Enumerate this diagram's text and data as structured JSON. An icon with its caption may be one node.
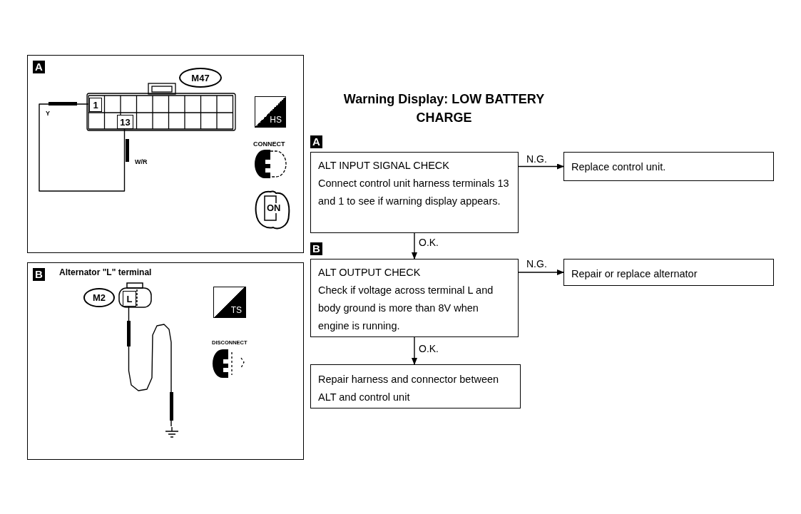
{
  "diagram": {
    "title": "Warning Display: LOW BATTERY CHARGE",
    "nodes": [
      {
        "text": [
          "A"
        ]
      },
      {
        "text": [
          "M47"
        ],
        "in": 0
      },
      {
        "text": [
          "1"
        ],
        "in": 0
      },
      {
        "text": [
          "13"
        ],
        "in": 0
      },
      {
        "text": [
          "HS"
        ],
        "in": 0
      },
      {
        "text": [
          "ON"
        ],
        "in": 0
      },
      {
        "text": [
          "B",
          "Alternator \"L\" terminal"
        ]
      },
      {
        "text": [
          "M2"
        ],
        "in": 6
      },
      {
        "text": [
          "L"
        ],
        "in": 6
      },
      {
        "text": [],
        "shape": "ground",
        "in": 6
      },
      {
        "text": [
          "TS"
        ],
        "in": 6
      },
      {
        "text": [
          "A",
          "ALT INPUT SIGNAL CHECK",
          "Connect control unit harness terminals 13 and 1 to see if warning display appears."
        ]
      },
      {
        "text": [
          "Replace control unit."
        ]
      },
      {
        "text": [
          "B",
          "ALT OUTPUT CHECK",
          "Check if voltage across terminal L and body ground is more than 8V when engine is running."
        ]
      },
      {
        "text": [
          "Repair or replace alternator"
        ]
      },
      {
        "text": [
          "Repair harness and connector between ALT and control unit"
        ]
      }
    ],
    "edges": [
      {
        "from": 2,
        "to": 3,
        "arrow": "none"
      },
      {
        "from": 8,
        "to": 9,
        "arrow": "none"
      },
      {
        "from": 11,
        "to": 12,
        "arrow": "to",
        "label": "N.G."
      },
      {
        "from": 11,
        "to": 13,
        "arrow": "to",
        "label": "O.K."
      },
      {
        "from": 13,
        "to": 14,
        "arrow": "to",
        "label": "N.G."
      },
      {
        "from": 13,
        "to": 15,
        "arrow": "to",
        "label": "O.K."
      }
    ],
    "labels": [
      "Y",
      "W/R",
      "CONNECT",
      "DISCONNECT"
    ]
  }
}
